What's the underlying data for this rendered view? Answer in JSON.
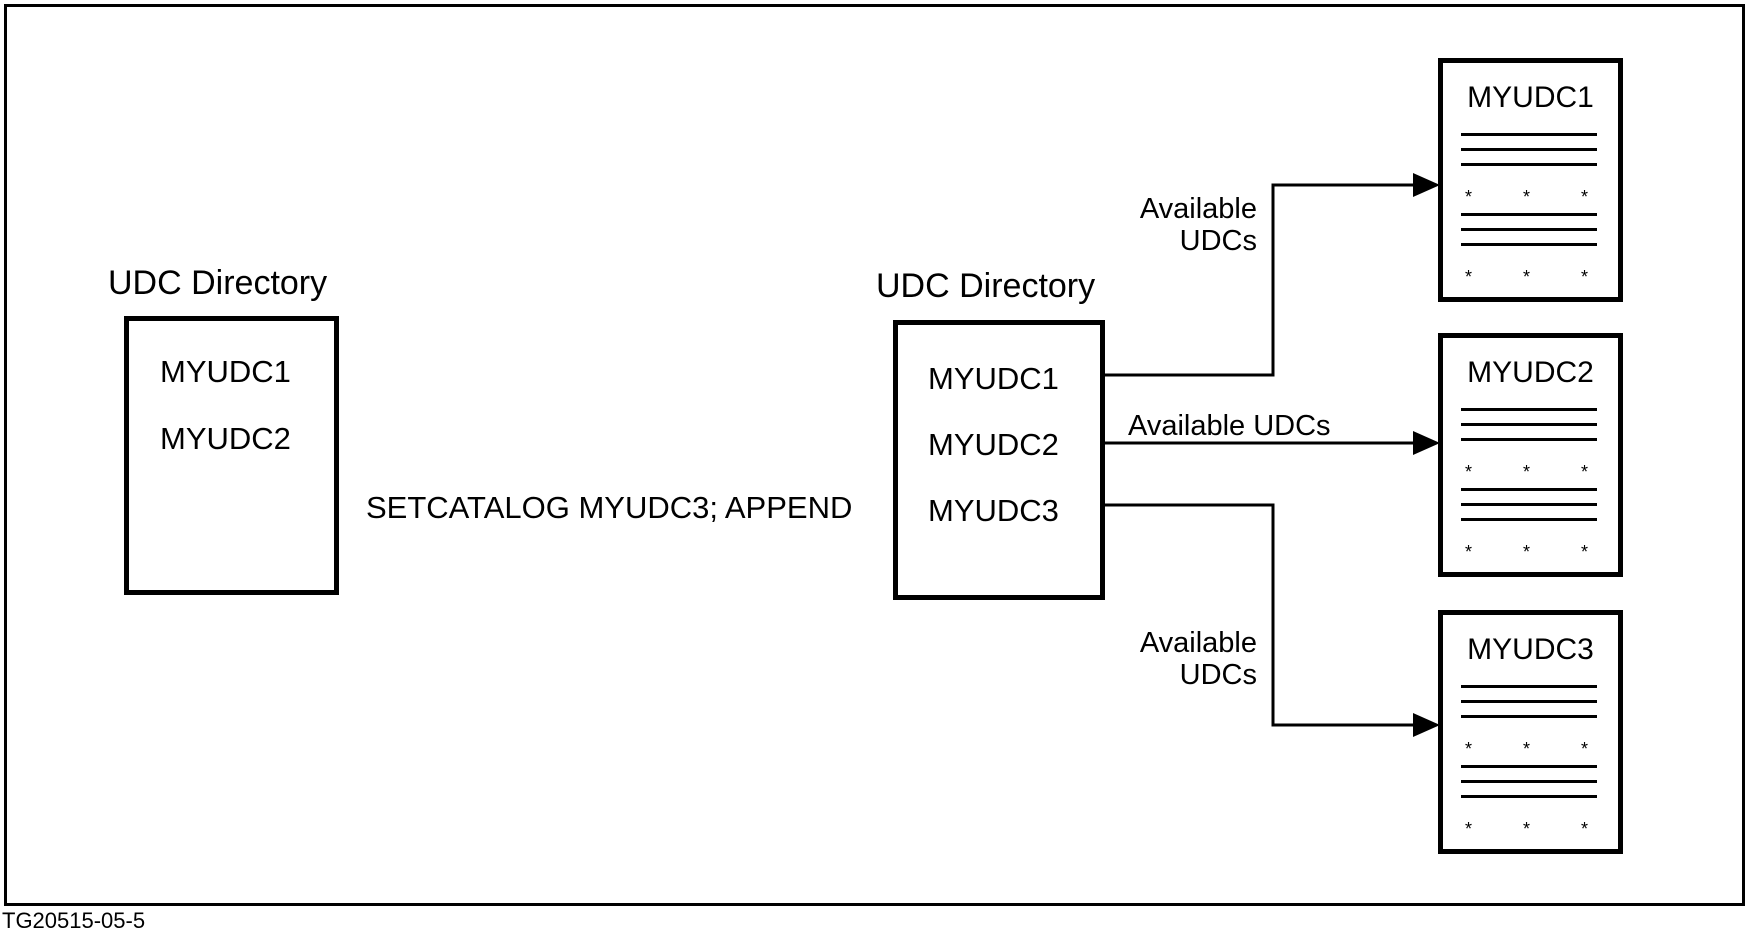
{
  "left_directory": {
    "heading": "UDC Directory",
    "entries": [
      "MYUDC1",
      "MYUDC2"
    ]
  },
  "command": "SETCATALOG MYUDC3; APPEND",
  "right_directory": {
    "heading": "UDC Directory",
    "entries": [
      "MYUDC1",
      "MYUDC2",
      "MYUDC3"
    ]
  },
  "arrow_labels": {
    "top_line1": "Available",
    "top_line2": "UDCs",
    "middle": "Available UDCs",
    "bottom_line1": "Available",
    "bottom_line2": "UDCs"
  },
  "files": [
    {
      "title": "MYUDC1",
      "star": "*"
    },
    {
      "title": "MYUDC2",
      "star": "*"
    },
    {
      "title": "MYUDC3",
      "star": "*"
    }
  ],
  "figure_code": "TG20515-05-5"
}
